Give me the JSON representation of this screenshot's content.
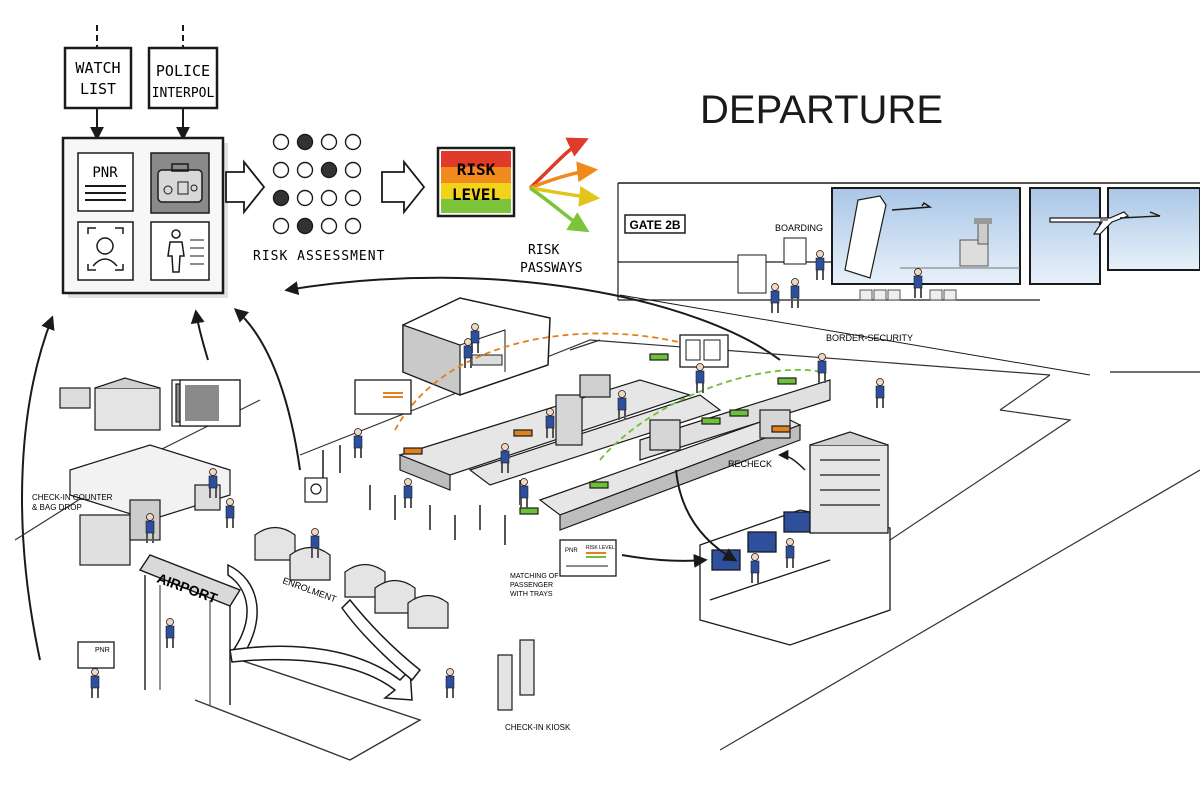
{
  "title": "DEPARTURE",
  "sources": {
    "watch_list": [
      "WATCH",
      "LIST"
    ],
    "police": [
      "POLICE",
      "INTERPOL"
    ]
  },
  "data_panel": {
    "pnr": "PNR"
  },
  "risk": {
    "assessment_label": "RISK ASSESSMENT",
    "level_line1": "RISK",
    "level_line2": "LEVEL",
    "pathways_line1": "RISK",
    "pathways_line2": "PASSWAYS",
    "level_colors": [
      "#e03a2a",
      "#f08a1c",
      "#f3d21a",
      "#7cc43a"
    ],
    "dot_grid": [
      [
        0,
        1,
        0,
        0
      ],
      [
        0,
        0,
        1,
        0
      ],
      [
        1,
        0,
        0,
        0
      ],
      [
        0,
        1,
        0,
        0
      ]
    ]
  },
  "labels": {
    "gate": "GATE 2B",
    "boarding": "BOARDING",
    "border_security": "BORDER-SECURITY",
    "recheck": "RECHECK",
    "checkin_counter": [
      "CHECK-IN COUNTER",
      "& BAG DROP"
    ],
    "enrolment": "ENROLMENT",
    "matching": [
      "MATCHING OF",
      "PASSENGER",
      "WITH TRAYS"
    ],
    "checkin_kiosk": "CHECK-IN KIOSK",
    "airport": "AIRPORT",
    "pnr_card": "PNR",
    "risk_level_card": "RISK LEVEL"
  },
  "colors": {
    "accent_blue": "#2e4f9c",
    "tray_green": "#6fbf3a",
    "tray_orange": "#e0801f",
    "sky": "#cfe0f1",
    "ink": "#1a1a1a"
  }
}
